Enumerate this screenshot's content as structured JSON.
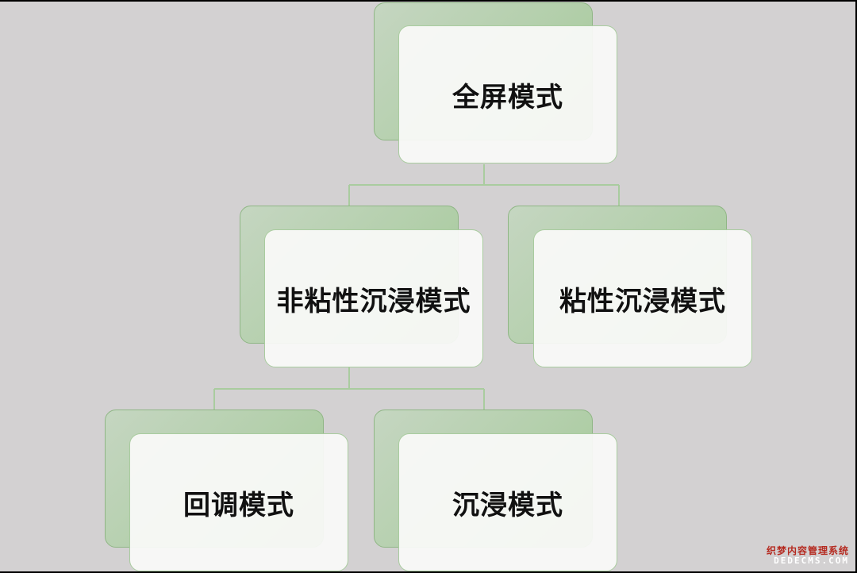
{
  "tree": {
    "root": {
      "label": "全屏模式"
    },
    "level2": {
      "left": {
        "label": "非粘性沉浸模式"
      },
      "right": {
        "label": "粘性沉浸模式"
      }
    },
    "level3": {
      "left": {
        "label": "回调模式"
      },
      "right": {
        "label": "沉浸模式"
      }
    }
  },
  "watermark": {
    "line1": "织梦内容管理系统",
    "line2": "DEDECMS.COM"
  },
  "colors": {
    "background": "#d3d1d2",
    "card_front": "#fafaf9",
    "card_back": "#b3cfab",
    "connector": "#a9cc9f",
    "text": "#111111"
  }
}
